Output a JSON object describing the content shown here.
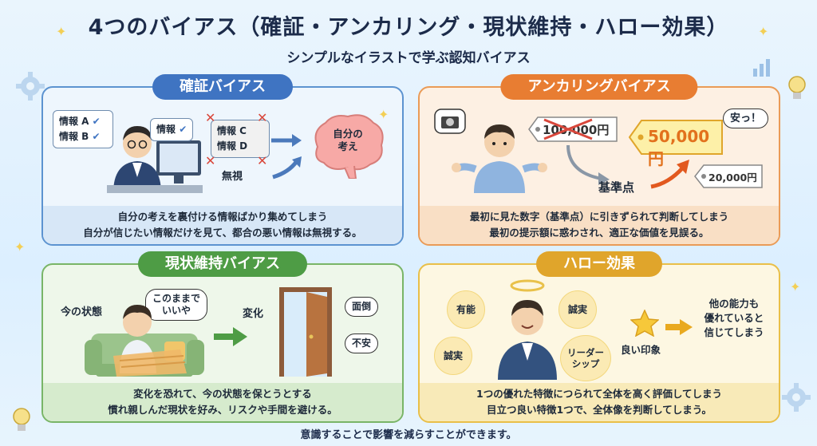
{
  "header": {
    "title": "4つのバイアス（確証・アンカリング・現状維持・ハロー効果）",
    "subtitle": "シンプルなイラストで学ぶ認知バイアス"
  },
  "confirmation": {
    "heading": "確証バイアス",
    "note_ab_a": "情報 A",
    "note_ab_b": "情報 B",
    "note_single": "情報",
    "note_cd_c": "情報 C",
    "note_cd_d": "情報 D",
    "ignore_label": "無視",
    "brain_label": "自分の\n考え",
    "caption_line1": "自分の考えを裏付ける情報ばかり集めてしまう",
    "caption_line2": "自分が信じたい情報だけを見て、都合の悪い情報は無視する。"
  },
  "anchoring": {
    "heading": "アンカリングバイアス",
    "original_price": "100,000円",
    "sale_price": "50,000円",
    "exclaim": "安っ！",
    "other_price": "20,000円",
    "anchor_label": "基準点",
    "caption_line1": "最初に見た数字（基準点）に引きずられて判断してしまう",
    "caption_line2": "最初の提示額に惑わされ、適正な価値を見誤る。"
  },
  "status_quo": {
    "heading": "現状維持バイアス",
    "current_label": "今の状態",
    "thought": "このままで\nいいや",
    "change_label": "変化",
    "worry1": "面倒",
    "worry2": "不安",
    "caption_line1": "変化を恐れて、今の状態を保とうとする",
    "caption_line2": "慣れ親しんだ現状を好み、リスクや手間を避ける。"
  },
  "halo": {
    "heading": "ハロー効果",
    "trait_ability": "有能",
    "trait_honest_top": "誠実",
    "trait_honest_bottom": "誠実",
    "trait_leadership": "リーダー\nシップ",
    "good_impression": "良い印象",
    "result": "他の能力も\n優れていると\n信じてしまう",
    "caption_line1": "1つの優れた特徴につられて全体を高く評価してしまう",
    "caption_line2": "目立つ良い特徴1つで、全体像を判断してしまう。"
  },
  "footer": "意識することで影響を減らすことができます。",
  "colors": {
    "blue": "#3f74c2",
    "orange": "#e87d32",
    "green": "#4e9c45",
    "yellow": "#e0a52b"
  }
}
